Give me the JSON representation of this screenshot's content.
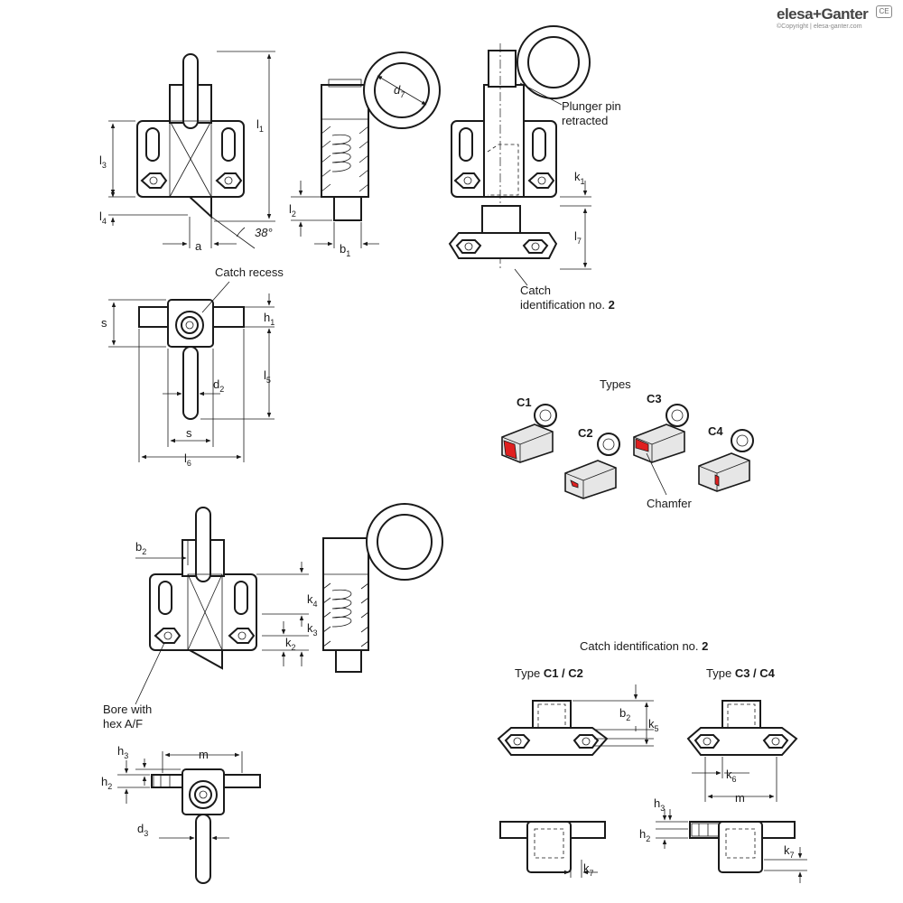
{
  "brand": {
    "name": "elesa+Ganter",
    "copyright": "©Copyright | elesa-ganter.com",
    "mark": "CE"
  },
  "labels": {
    "catch_recess": "Catch recess",
    "plunger_retracted_1": "Plunger pin",
    "plunger_retracted_2": "retracted",
    "catch_ident_1": "Catch",
    "catch_ident_2": "identification no.",
    "catch_ident_num": "2",
    "types": "Types",
    "chamfer": "Chamfer",
    "bore_1": "Bore with",
    "bore_2": "hex A/F",
    "catch_ident_title": "Catch identification no.",
    "catch_ident_title_num": "2",
    "type_prefix": "Type",
    "type_c1c2": "C1 / C2",
    "type_c3c4": "C3 / C4"
  },
  "types": [
    "C1",
    "C2",
    "C3",
    "C4"
  ],
  "angle": "38°",
  "dims": {
    "l1": {
      "main": "l",
      "sub": "1"
    },
    "l2": {
      "main": "l",
      "sub": "2"
    },
    "l3": {
      "main": "l",
      "sub": "3"
    },
    "l4": {
      "main": "l",
      "sub": "4"
    },
    "l5": {
      "main": "l",
      "sub": "5"
    },
    "l6": {
      "main": "l",
      "sub": "6"
    },
    "l7": {
      "main": "l",
      "sub": "7"
    },
    "a": {
      "main": "a",
      "sub": ""
    },
    "b1": {
      "main": "b",
      "sub": "1"
    },
    "b2": {
      "main": "b",
      "sub": "2"
    },
    "d7": {
      "main": "d",
      "sub": "7"
    },
    "d2": {
      "main": "d",
      "sub": "2"
    },
    "d3": {
      "main": "d",
      "sub": "3"
    },
    "h1": {
      "main": "h",
      "sub": "1"
    },
    "h2": {
      "main": "h",
      "sub": "2"
    },
    "h3": {
      "main": "h",
      "sub": "3"
    },
    "k1": {
      "main": "k",
      "sub": "1"
    },
    "k2": {
      "main": "k",
      "sub": "2"
    },
    "k3": {
      "main": "k",
      "sub": "3"
    },
    "k4": {
      "main": "k",
      "sub": "4"
    },
    "k5": {
      "main": "k",
      "sub": "5"
    },
    "k6": {
      "main": "k",
      "sub": "6"
    },
    "k7": {
      "main": "k",
      "sub": "7"
    },
    "s": {
      "main": "s",
      "sub": ""
    },
    "m": {
      "main": "m",
      "sub": ""
    }
  }
}
